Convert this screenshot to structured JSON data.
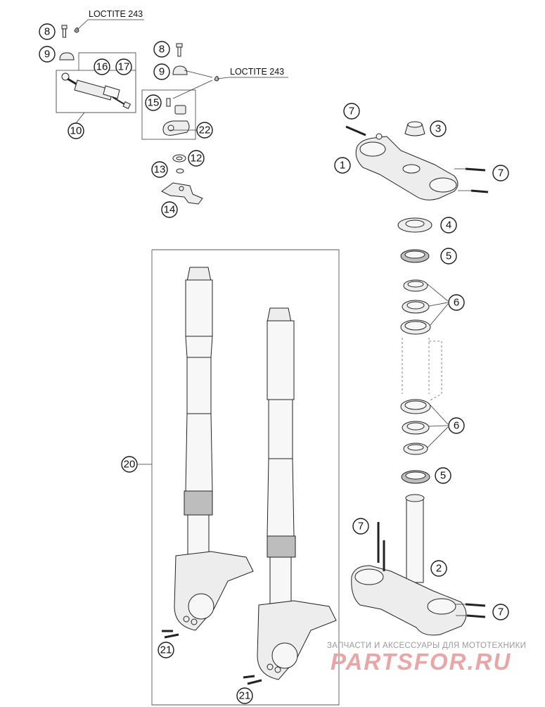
{
  "note_text": "LOCTITE 243",
  "watermark": {
    "line1": "ЗАПЧАСТИ И АКСЕССУАРЫ ДЛЯ МОТОТЕХНИКИ",
    "line2": "PARTSFOR.RU"
  },
  "callouts": {
    "c1": "1",
    "c2": "2",
    "c3": "3",
    "c4": "4",
    "c5": "5",
    "c6": "6",
    "c7": "7",
    "c8": "8",
    "c9": "9",
    "c10": "10",
    "c12": "12",
    "c13": "13",
    "c14": "14",
    "c15": "15",
    "c16": "16",
    "c17": "17",
    "c20": "20",
    "c21": "21",
    "c22": "22"
  },
  "colors": {
    "ink": "#222222",
    "part_fill": "#ededed",
    "watermark_red": "#e8a6a6"
  }
}
